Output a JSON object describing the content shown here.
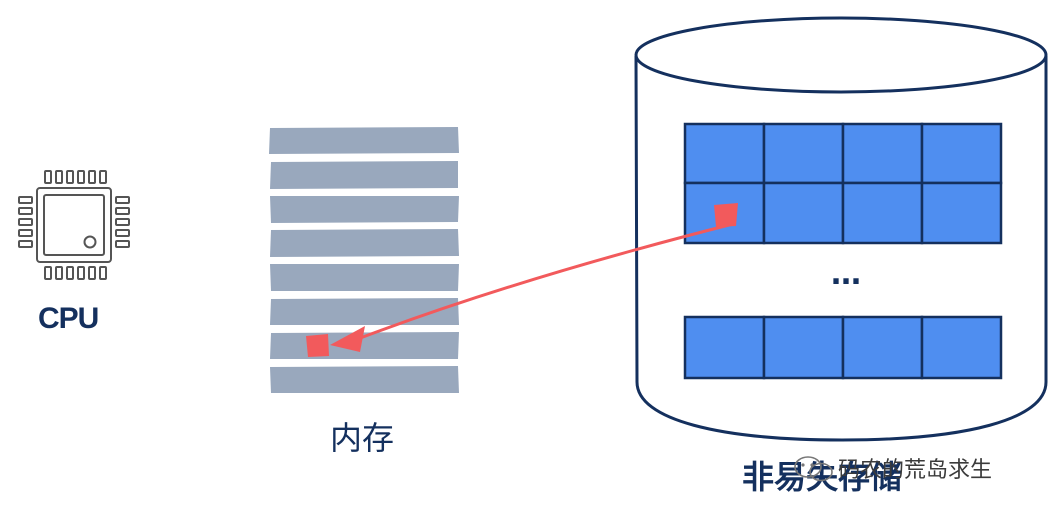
{
  "labels": {
    "cpu": "CPU",
    "memory": "内存",
    "nonvolatile_storage": "非易失存储",
    "ellipsis": "…"
  },
  "watermark": {
    "text": "码农的荒岛求生",
    "icon": "wechat-icon"
  },
  "colors": {
    "ink": "#14305e",
    "memory_row": "#99a8bd",
    "storage_cell": "#4f8ef0",
    "highlight": "#f25a5c",
    "chip": "#555555"
  }
}
